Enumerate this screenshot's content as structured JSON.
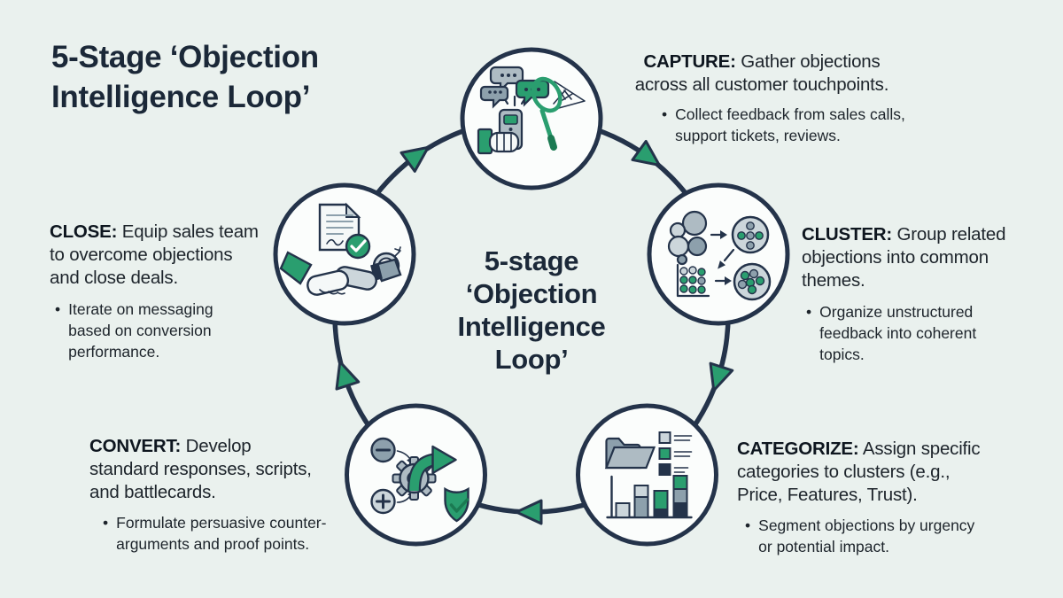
{
  "palette": {
    "background": "#eaf1ee",
    "navy": "#24334a",
    "ink": "#1b2838",
    "green": "#2a9e6f",
    "green_dark": "#1b7a52",
    "slate": "#8da0ac",
    "gray_light": "#ccd6db",
    "gray_mid": "#aebbc3",
    "node_fill": "#fbfdfc",
    "paper": "#f5f8f8",
    "text": "#1d242b"
  },
  "title": "5-Stage ‘Objection\nIntelligence Loop’",
  "center_label": "5-stage\n‘Objection\nIntelligence\nLoop’",
  "bullet_marker": "•",
  "stages": [
    {
      "id": "capture",
      "label": "CAPTURE:",
      "description": " Gather objections\nacross all customer touchpoints.",
      "bullet": "Collect feedback from sales calls,\nsupport tickets, reviews.",
      "icon": "capture-net-icon"
    },
    {
      "id": "cluster",
      "label": "CLUSTER:",
      "description": " Group related\nobjections into common\nthemes.",
      "bullet": "Organize unstructured\nfeedback into coherent\ntopics.",
      "icon": "cluster-grouping-icon"
    },
    {
      "id": "categorize",
      "label": "CATEGORIZE:",
      "description": " Assign specific\ncategories to clusters (e.g.,\nPrice, Features, Trust).",
      "bullet": "Segment objections by urgency\nor potential impact.",
      "icon": "folder-bar-chart-icon"
    },
    {
      "id": "convert",
      "label": "CONVERT:",
      "description": " Develop\nstandard responses, scripts,\nand battlecards.",
      "bullet": "Formulate persuasive counter-\narguments and proof points.",
      "icon": "gear-arrow-shield-icon"
    },
    {
      "id": "close",
      "label": "CLOSE:",
      "description": " Equip sales team\nto overcome objections\nand close deals.",
      "bullet": "Iterate on messaging\nbased on conversion\nperformance.",
      "icon": "handshake-deal-icon"
    }
  ]
}
